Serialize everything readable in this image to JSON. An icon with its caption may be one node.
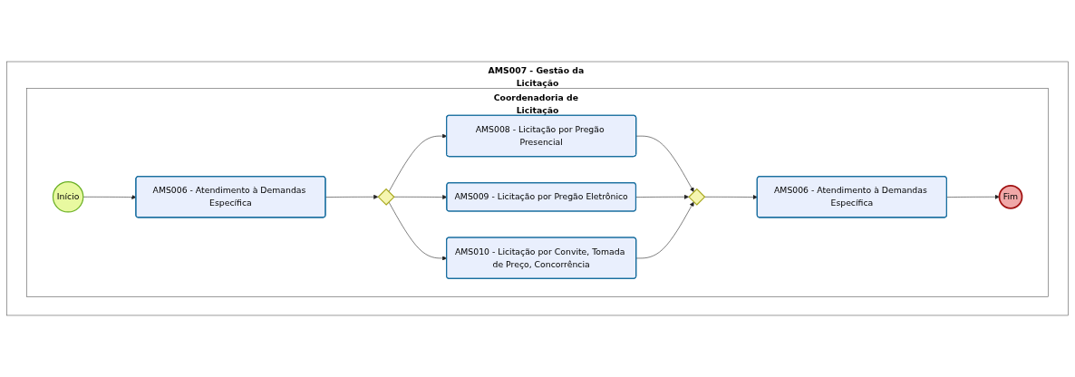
{
  "diagram": {
    "nodes": [
      {
        "text": [
          "AMS007 - Gestão da Licitação"
        ]
      },
      {
        "text": [
          "Coordenadoria de Licitação"
        ],
        "in": 0
      },
      {
        "text": [
          "Início"
        ],
        "in": 1
      },
      {
        "text": [
          "AMS006 - Atendimento à Demandas Específica"
        ],
        "in": 1
      },
      {
        "text": [],
        "shape": "diamond",
        "in": 1
      },
      {
        "text": [
          "AMS008 - Licitação por Pregão Presencial"
        ],
        "in": 1
      },
      {
        "text": [
          "AMS009 - Licitação por Pregão Eletrônico"
        ],
        "in": 1
      },
      {
        "text": [
          "AMS010 - Licitação por Convite, Tomada de Preço, Concorrência"
        ],
        "in": 1
      },
      {
        "text": [],
        "shape": "diamond",
        "in": 1
      },
      {
        "text": [
          "AMS006 - Atendimento à Demandas Específica"
        ],
        "in": 1
      },
      {
        "text": [
          "Fim"
        ],
        "in": 1
      }
    ],
    "edges": [
      {
        "from": 2,
        "to": 3,
        "arrow": "to"
      },
      {
        "from": 3,
        "to": 4,
        "arrow": "to"
      },
      {
        "from": 4,
        "to": 5,
        "arrow": "to"
      },
      {
        "from": 4,
        "to": 6,
        "arrow": "to"
      },
      {
        "from": 4,
        "to": 7,
        "arrow": "to"
      },
      {
        "from": 5,
        "to": 8,
        "arrow": "to"
      },
      {
        "from": 6,
        "to": 8,
        "arrow": "to"
      },
      {
        "from": 7,
        "to": 8,
        "arrow": "to"
      },
      {
        "from": 8,
        "to": 9,
        "arrow": "to"
      },
      {
        "from": 9,
        "to": 10,
        "arrow": "to"
      }
    ]
  }
}
